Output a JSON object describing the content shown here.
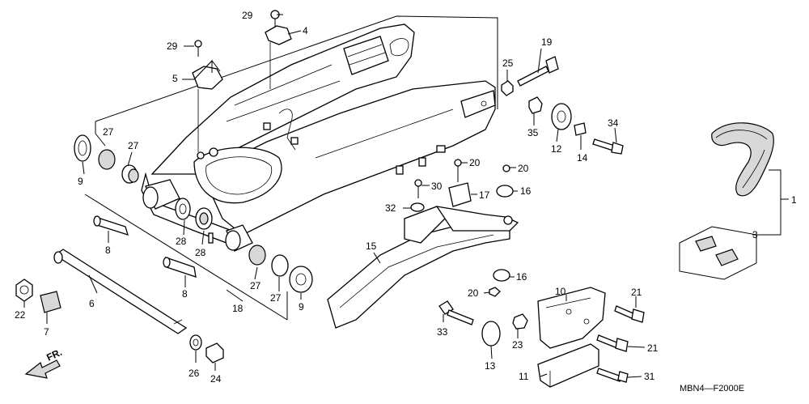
{
  "diagram_code": "MBN4—F2000E",
  "direction_label": "FR.",
  "colors": {
    "line": "#000000",
    "background": "#ffffff",
    "shade": "#d8d8d8"
  },
  "labels": {
    "l1": "1",
    "l3": "3",
    "l4": "4",
    "l5": "5",
    "l6": "6",
    "l7": "7",
    "l8a": "8",
    "l8b": "8",
    "l9a": "9",
    "l9b": "9",
    "l10": "10",
    "l11": "11",
    "l12": "12",
    "l13": "13",
    "l14": "14",
    "l15": "15",
    "l16a": "16",
    "l16b": "16",
    "l17": "17",
    "l18": "18",
    "l19": "19",
    "l20a": "20",
    "l20b": "20",
    "l20c": "20",
    "l21a": "21",
    "l21b": "21",
    "l22": "22",
    "l23": "23",
    "l24": "24",
    "l25": "25",
    "l26": "26",
    "l27a": "27",
    "l27b": "27",
    "l27c": "27",
    "l27d": "27",
    "l28a": "28",
    "l28b": "28",
    "l29a": "29",
    "l29b": "29",
    "l30": "30",
    "l31": "31",
    "l32": "32",
    "l33": "33",
    "l34": "34",
    "l35": "35"
  }
}
